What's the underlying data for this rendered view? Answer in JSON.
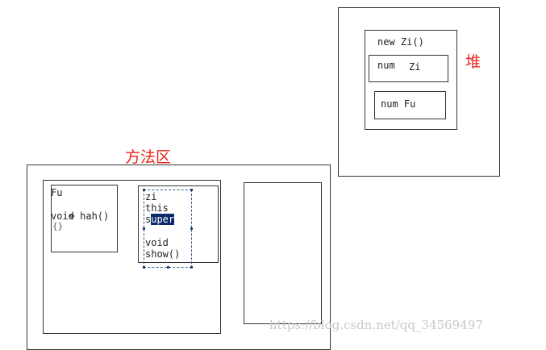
{
  "heap": {
    "label": "堆",
    "object_title": "new Zi()",
    "zi_field_name": "num",
    "zi_field_value": "Zi",
    "fu_field": "num Fu"
  },
  "method_area": {
    "label": "方法区",
    "fu": {
      "name": "Fu",
      "method_sig": "void hah()",
      "method_body": "{}"
    },
    "zi": {
      "name": "zi",
      "this": "this",
      "super_prefix": "s",
      "super_selected": "uper",
      "void": "void",
      "show": "show()"
    }
  },
  "watermark": "https://blog.csdn.net/qq_34569497"
}
